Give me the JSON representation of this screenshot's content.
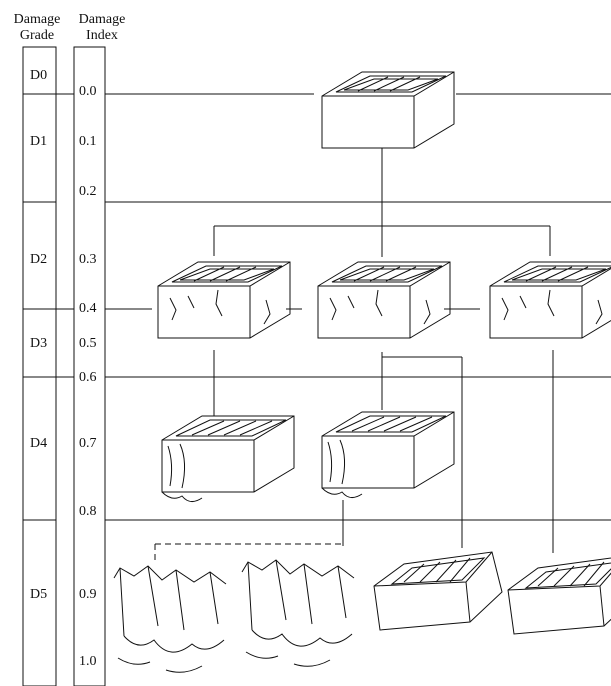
{
  "header": {
    "grade_title_line1": "Damage",
    "grade_title_line2": "Grade",
    "index_title_line1": "Damage",
    "index_title_line2": "Index"
  },
  "grades": [
    {
      "label": "D0"
    },
    {
      "label": "D1"
    },
    {
      "label": "D2"
    },
    {
      "label": "D3"
    },
    {
      "label": "D4"
    },
    {
      "label": "D5"
    }
  ],
  "index_ticks": [
    "0.0",
    "0.1",
    "0.2",
    "0.3",
    "0.4",
    "0.5",
    "0.6",
    "0.7",
    "0.8",
    "0.9",
    "1.0"
  ],
  "colors": {
    "line": "#111111",
    "background": "#ffffff"
  }
}
